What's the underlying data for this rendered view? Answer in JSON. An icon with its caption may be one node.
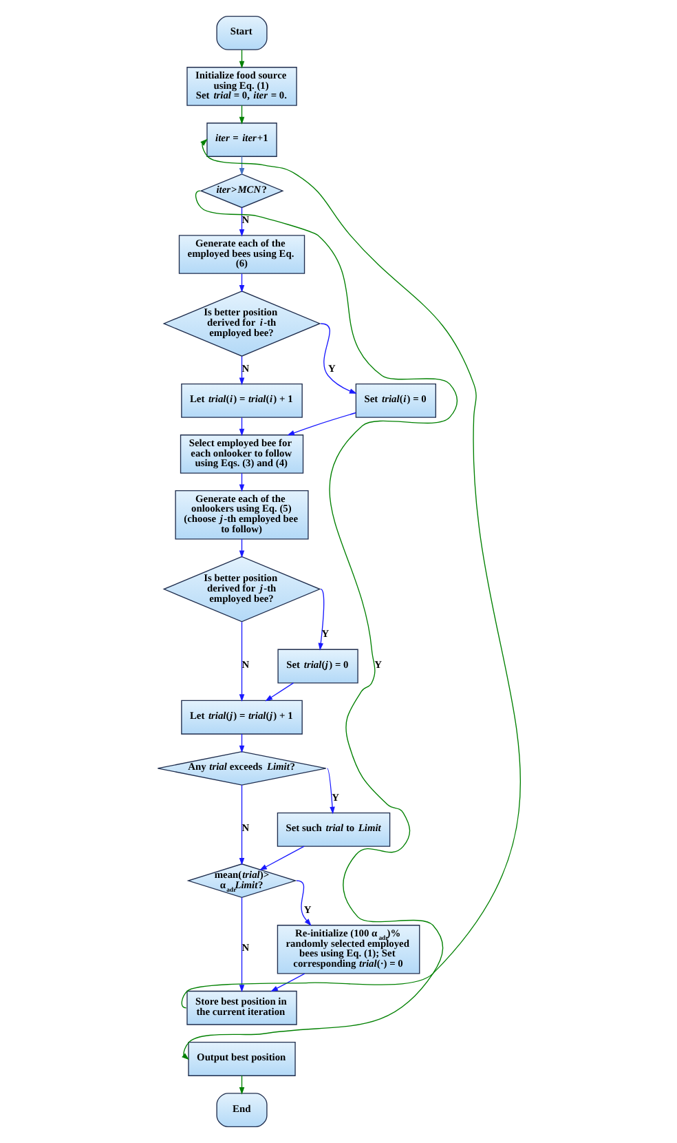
{
  "diagram": {
    "nodes": [
      {
        "text": [
          "Start"
        ]
      },
      {
        "text": [
          "Initialize food source using Eq. (1)",
          "Set *trial* = 0, *iter* = 0."
        ]
      },
      {
        "text": [
          "*iter* = *iter*+1"
        ]
      },
      {
        "text": [
          "*iter*>*MCN*?"
        ]
      },
      {
        "text": [
          "Generate each of the employed bees using Eq. (6)"
        ]
      },
      {
        "text": [
          "Is better position derived for *i*-th employed bee?"
        ]
      },
      {
        "text": [
          "Let *trial*(*i*) = *trial*(*i*) + 1"
        ]
      },
      {
        "text": [
          "Set *trial*(*i*) = 0"
        ]
      },
      {
        "text": [
          "Select employed bee for each onlooker to follow using Eqs. (3) and (4)"
        ]
      },
      {
        "text": [
          "Generate each of the onlookers using Eq. (5) (choose *j*-th employed bee to follow)"
        ]
      },
      {
        "text": [
          "Is better position derived for *j*-th employed bee?"
        ]
      },
      {
        "text": [
          "Set *trial*(*j*) = 0"
        ]
      },
      {
        "text": [
          "Let *trial*(*j*) = *trial*(*j*) + 1"
        ]
      },
      {
        "text": [
          "Any *trial* exceeds *Limit*?"
        ]
      },
      {
        "text": [
          "Set such *trial* to *Limit*"
        ]
      },
      {
        "text": [
          "mean(*trial*)> α$_{adr}$*Limit*?"
        ]
      },
      {
        "text": [
          "Re-initialize (100 α$_{adr}$)% randomly selected employed bees using Eq. (1); Set corresponding *trial*(·) = 0"
        ]
      },
      {
        "text": [
          "Store best position in the current iteration"
        ]
      },
      {
        "text": [
          "Output best position"
        ]
      },
      {
        "text": [
          "End"
        ]
      }
    ],
    "edges": [
      {
        "from": 0,
        "to": 1,
        "arrow": "to",
        "color": "#008000"
      },
      {
        "from": 1,
        "to": 2,
        "arrow": "to",
        "color": "#008000"
      },
      {
        "from": 2,
        "to": 3,
        "arrow": "to",
        "color": "#4472c4"
      },
      {
        "from": 3,
        "to": 4,
        "arrow": "to",
        "label": "N"
      },
      {
        "from": 3,
        "to": 18,
        "arrow": "to",
        "label": "Y",
        "color": "#008000"
      },
      {
        "from": 4,
        "to": 5,
        "arrow": "to"
      },
      {
        "from": 5,
        "to": 6,
        "arrow": "to",
        "label": "N"
      },
      {
        "from": 5,
        "to": 7,
        "arrow": "to",
        "label": "Y"
      },
      {
        "from": 6,
        "to": 8,
        "arrow": "to"
      },
      {
        "from": 7,
        "to": 8,
        "arrow": "to"
      },
      {
        "from": 8,
        "to": 9,
        "arrow": "to"
      },
      {
        "from": 9,
        "to": 10,
        "arrow": "to"
      },
      {
        "from": 10,
        "to": 12,
        "arrow": "to",
        "label": "N"
      },
      {
        "from": 10,
        "to": 11,
        "arrow": "to",
        "label": "Y"
      },
      {
        "from": 11,
        "to": 12,
        "arrow": "to"
      },
      {
        "from": 12,
        "to": 13,
        "arrow": "to"
      },
      {
        "from": 13,
        "to": 14,
        "arrow": "to",
        "label": "Y"
      },
      {
        "from": 13,
        "to": 15,
        "arrow": "to",
        "label": "N"
      },
      {
        "from": 14,
        "to": 15,
        "arrow": "to"
      },
      {
        "from": 15,
        "to": 16,
        "arrow": "to",
        "label": "Y"
      },
      {
        "from": 15,
        "to": 17,
        "arrow": "to",
        "label": "N"
      },
      {
        "from": 16,
        "to": 17,
        "arrow": "to"
      },
      {
        "from": 17,
        "to": 2,
        "arrow": "to",
        "color": "#008000"
      },
      {
        "from": 18,
        "to": 19,
        "arrow": "to",
        "color": "#008000"
      }
    ]
  }
}
